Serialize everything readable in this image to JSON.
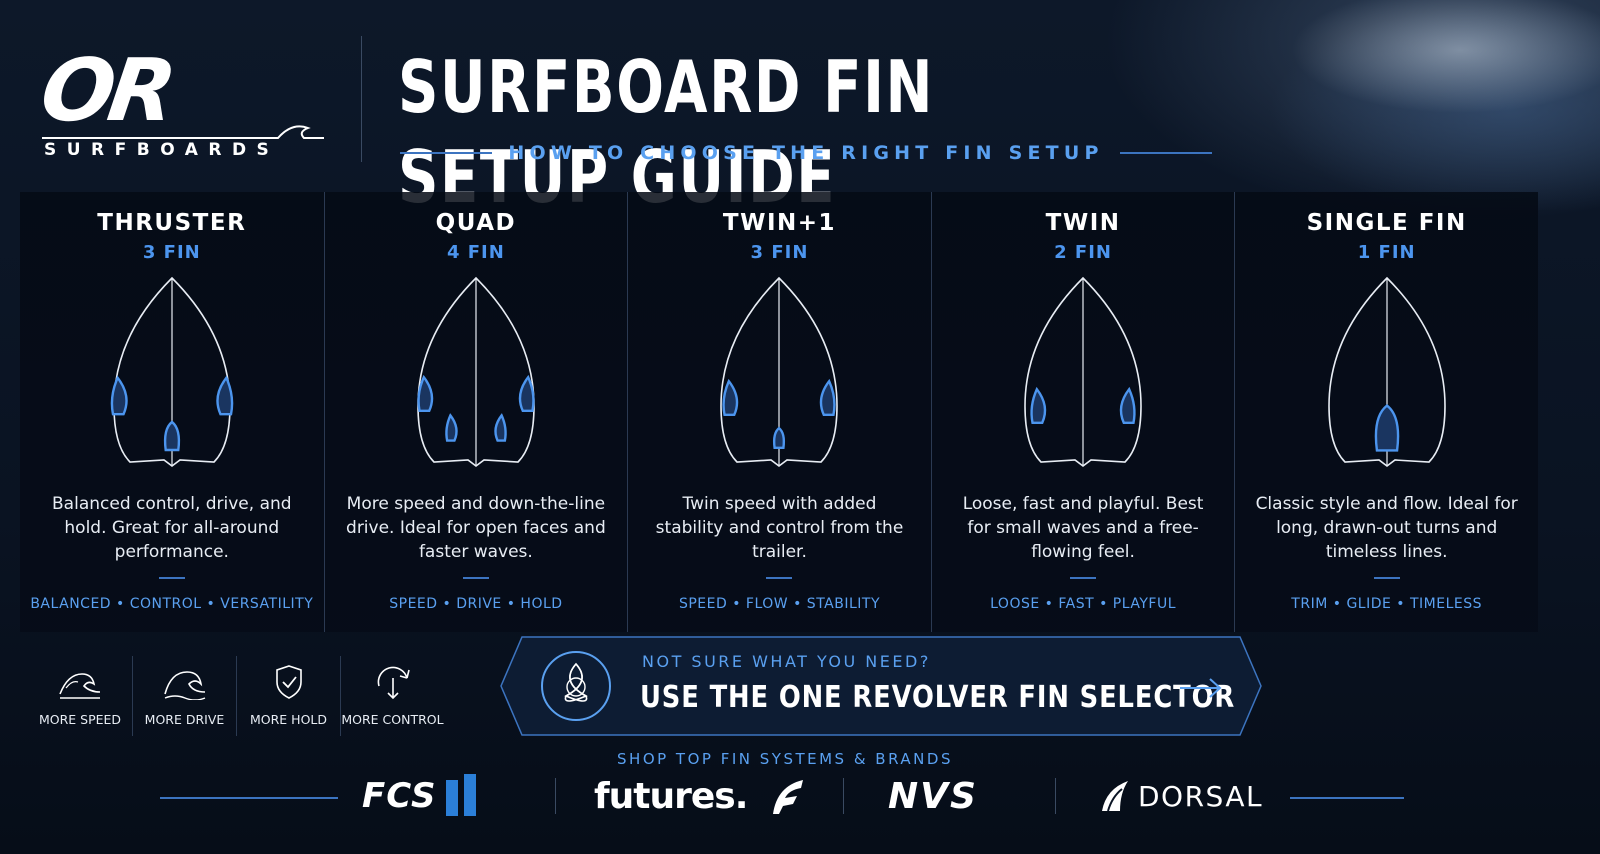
{
  "brand": {
    "logo_mark": "OR",
    "logo_sub": "SURFBOARDS"
  },
  "header": {
    "title": "SURFBOARD FIN SETUP GUIDE",
    "subtitle": "HOW TO CHOOSE THE RIGHT FIN SETUP"
  },
  "colors": {
    "accent": "#4c95ee",
    "background": "#0a1424",
    "text": "#ffffff"
  },
  "setups": [
    {
      "name": "THRUSTER",
      "count": "3 FIN",
      "desc": "Balanced control, drive, and hold. Great for all-around performance.",
      "tags": "BALANCED • CONTROL • VERSATILITY",
      "fins": "thruster"
    },
    {
      "name": "QUAD",
      "count": "4 FIN",
      "desc": "More speed and down-the-line drive. Ideal for open faces and faster waves.",
      "tags": "SPEED  •  DRIVE  •  HOLD",
      "fins": "quad"
    },
    {
      "name": "TWIN+1",
      "count": "3 FIN",
      "desc": "Twin speed with added stability and control from the trailer.",
      "tags": "SPEED  •  FLOW  •  STABILITY",
      "fins": "twinplus"
    },
    {
      "name": "TWIN",
      "count": "2 FIN",
      "desc": "Loose, fast and playful. Best for small waves and a free-flowing feel.",
      "tags": "LOOSE  •  FAST  •  PLAYFUL",
      "fins": "twin"
    },
    {
      "name": "SINGLE FIN",
      "count": "1 FIN",
      "desc": "Classic style and flow. Ideal for long, drawn-out turns and timeless lines.",
      "tags": "TRIM  •  GLIDE  •  TIMELESS",
      "fins": "single"
    }
  ],
  "legend": [
    {
      "icon": "wave-speed-icon",
      "label": "MORE SPEED"
    },
    {
      "icon": "wave-drive-icon",
      "label": "MORE DRIVE"
    },
    {
      "icon": "shield-check-icon",
      "label": "MORE HOLD"
    },
    {
      "icon": "rotate-arrows-icon",
      "label": "MORE CONTROL"
    }
  ],
  "selector": {
    "question": "NOT SURE WHAT YOU NEED?",
    "cta": "USE THE ONE REVOLVER FIN SELECTOR"
  },
  "brands": {
    "heading": "SHOP TOP FIN SYSTEMS & BRANDS",
    "items": [
      "FCS",
      "futures.",
      "NVS",
      "DORSAL"
    ]
  }
}
